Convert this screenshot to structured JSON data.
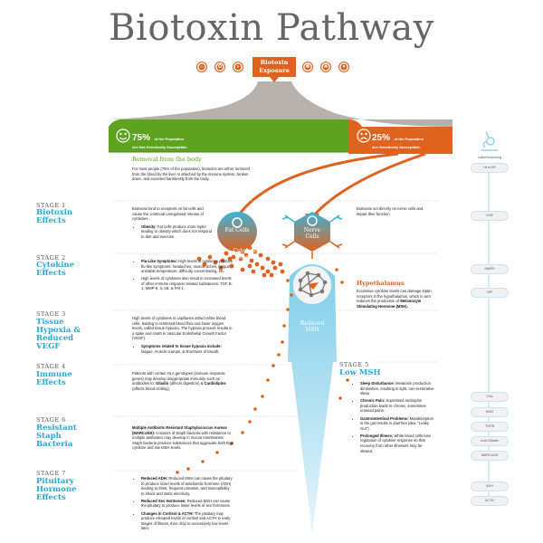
{
  "title": "Biotoxin Pathway",
  "exposure": {
    "label_line1": "Biotoxin",
    "label_line2": "Exposure",
    "icons_left": [
      "house-icon",
      "mold-icon",
      "fish-icon"
    ],
    "icons_right": [
      "tick-icon",
      "algae-icon",
      "bacteria-icon"
    ]
  },
  "colors": {
    "accent_orange": "#e0621f",
    "green": "#5ea320",
    "stage_blue": "#29a8d6",
    "lab_line": "#c7e6f2",
    "funnel_gray": "#b8b0ab"
  },
  "population": {
    "not_susceptible": {
      "percent": "75%",
      "line1": "of the Population",
      "line2": "Are Not Genetically Susceptible."
    },
    "susceptible": {
      "percent": "25%",
      "line1": "of the Population",
      "line2": "Are Genetically Susceptible."
    }
  },
  "removal": {
    "heading": "Removal from the body",
    "text": "For most people (75% of the population), biotoxins are either removed from the blood by the liver or attached by the immune system, broken down, and excreted harmlessly from the body."
  },
  "cells": {
    "fat": "Fat Cells",
    "nerve": "Nerve Cells",
    "storm": "Cytokine Storm",
    "brain": "Reduced MSH"
  },
  "stages": [
    {
      "label": "STAGE 1",
      "title": "Biotoxin Effects",
      "text": "Biotoxins bind to receptors on fat cells and cause the continual unregulated release of cytokines.",
      "bullets": [
        {
          "bold": "Obesity:",
          "text": " Fat cells produce more leptin leading to obesity which does not respond to diet and exercise."
        }
      ],
      "side_text": "Biotoxins act directly on nerve cells and impair their function."
    },
    {
      "label": "STAGE 2",
      "title": "Cytokine Effects",
      "text": "",
      "bullets": [
        {
          "bold": "Flu-Like Symptoms:",
          "text": " High levels of cytokines produce flu-like symptoms: headaches, muscle aches, fatigue, unstable temperature, difficulty concentrating, etc."
        },
        {
          "bold": "",
          "text": "High levels of cytokines also result in increased levels of other immune response related substances: TGF B-1, MMP-9, IL-1B, & PAI-1."
        }
      ]
    },
    {
      "label": "STAGE 3",
      "title": "Tissue Hypoxia & Reduced VEGF",
      "text": "High levels of cytokines in capillaries attract white blood cells, leading to restricted blood flow and lower oxygen levels, called tissue hypoxia. The hypoxia process results in a spike and crash in Vascular Endothelial Growth Factor (VEGF).",
      "bullets": [
        {
          "bold": "Symptoms related to tissue hypoxia include:",
          "text": " fatigue, muscle cramps, & shortness of breath."
        }
      ]
    },
    {
      "label": "STAGE 4",
      "title": "Immune Effects",
      "text_parts": [
        "Patients with certain HLA genotypes (immune response genes) may develop inappropriate immunity such as antibodies to: ",
        "Gliadin",
        " (affects digestion) & ",
        "Cardiolipins",
        " (affects blood clotting)."
      ]
    },
    {
      "label": "STAGE 6",
      "title": "Resistant Staph Bacteria",
      "bold_lead": "Multiple Antibiotic Resistant Staphylococcus Aureus (MARCoNS):",
      "text": " Colonies of Staph bacteria with resistance to multiple antibiotics may develop in mucus membranes. Staph bacteria produce substances that aggravate both high cytokine and low MSH levels."
    },
    {
      "label": "STAGE 7",
      "title": "Pituitary Hormone Effects",
      "bullets": [
        {
          "bold": "Reduced ADH:",
          "text": " Reduced MSH can cause the pituitary to produce lower levels of antidiuretic hormone (ADH) leading to thirst, frequent urination, and susceptibility to shock and static electricity."
        },
        {
          "bold": "Reduced Sex Hormones:",
          "text": " Reduced MSH can cause the pituitary to produce lower levels of sex hormones."
        },
        {
          "bold": "Changes in Cortisol & ACTH:",
          "text": " The pituitary may produce elevated levels of cortisol and ACTH in early stages of illness, then drop to excessively low levels later."
        }
      ]
    }
  ],
  "hypothalamus": {
    "heading": "Hypothalamus",
    "text": "Excessive cytokine levels can damage leptin receptors in the hypothalamus, which in turn reduces the production of ",
    "bold": "Melanocyte Stimulating Hormone (MSH)."
  },
  "stage5": {
    "label": "STAGE 5",
    "title": "Low MSH",
    "bullets": [
      {
        "bold": "Sleep Disturbance:",
        "text": " Melatonin production diminishes, resulting in light, non-restorative sleep."
      },
      {
        "bold": "Chronic Pain:",
        "text": " Supressed endorphin production leads to chronic, sometimes unusual pains."
      },
      {
        "bold": "Gastrointestinal Problems:",
        "text": " Malabsorption in the gut results in diarrhea (aka. \"Leaky Gut\")."
      },
      {
        "bold": "Prolonged Illness:",
        "text": " White blood cells lose regulation of cytokine response so that recovery from other illnesses may be slowed."
      }
    ]
  },
  "labs": {
    "heading": "Labs/Screening",
    "icon": "microscope-icon",
    "items": [
      "HLA DR",
      "VGE",
      "MMP9",
      "VIP",
      "C4a",
      "MSH",
      "TGFB",
      "Anti-Gliadin",
      "MARCoNS",
      "ADH",
      "ACTH"
    ]
  }
}
